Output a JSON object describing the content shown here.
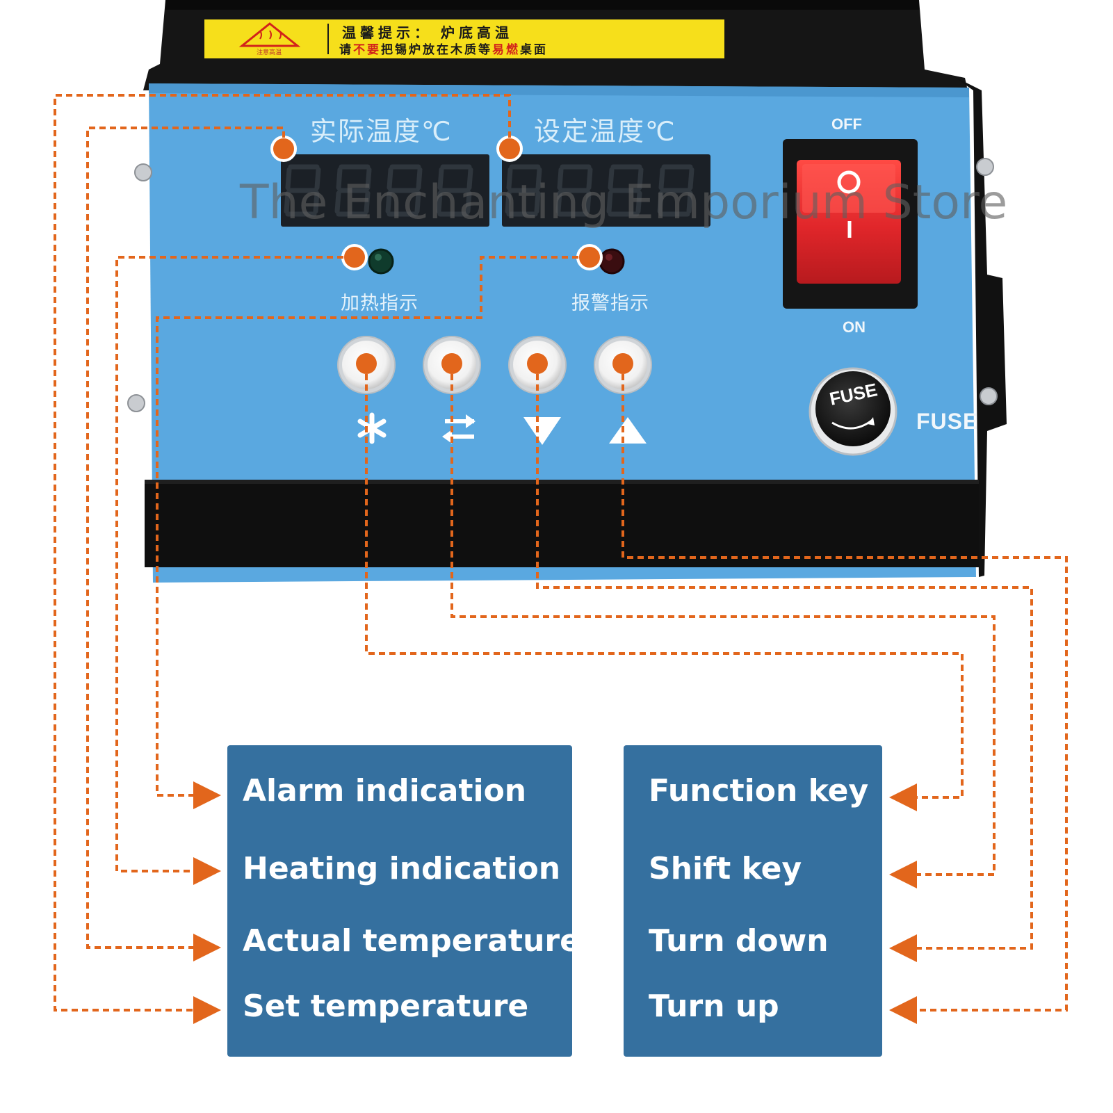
{
  "warning": {
    "line1_prefix": "温馨提示：",
    "line1_text": "炉底高温",
    "line2_a": "请",
    "line2_b": "不要",
    "line2_c": "把锡炉放在木质等",
    "line2_d": "易燃",
    "line2_e": "桌面",
    "triangle_caption": "注意高温"
  },
  "panel": {
    "actual_temp_label": "实际温度℃",
    "set_temp_label": "设定温度℃",
    "heating_indicator_label": "加热指示",
    "alarm_indicator_label": "报警指示",
    "switch_off_label": "OFF",
    "switch_on_label": "ON",
    "fuse_cap_text": "FUSE",
    "fuse_label": "FUSE",
    "button_symbols": [
      "function-asterisk",
      "shift-arrows",
      "down-triangle",
      "up-triangle"
    ]
  },
  "watermark": "The Enchanting Emporium Store",
  "left_labels": [
    "Alarm indication",
    "Heating indication",
    "Actual temperature",
    "Set temperature"
  ],
  "right_labels": [
    "Function key",
    "Shift key",
    "Turn down",
    "Turn up"
  ],
  "colors": {
    "callout_orange": "#e2661c",
    "panel_blue": "#5aa8e0",
    "label_box_blue": "#35709f",
    "warning_yellow": "#f6df1b",
    "switch_red": "#e0262a"
  }
}
